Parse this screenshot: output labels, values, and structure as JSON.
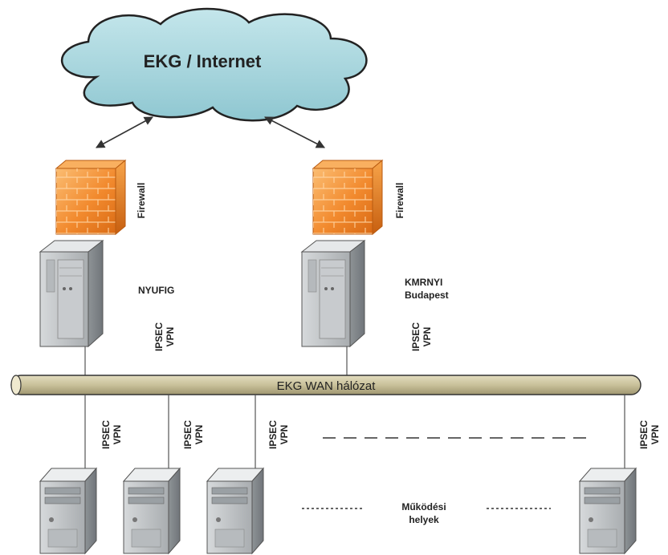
{
  "cloud": {
    "label": "EKG / Internet"
  },
  "firewalls": [
    {
      "label": "Firewall"
    },
    {
      "label": "Firewall"
    }
  ],
  "servers": {
    "left": {
      "name_lines": [
        "NYUFIG"
      ],
      "tunnel": [
        "IPSEC",
        "VPN"
      ]
    },
    "right": {
      "name_lines": [
        "KMRNYI",
        "Budapest"
      ],
      "tunnel": [
        "IPSEC",
        "VPN"
      ]
    }
  },
  "wan": {
    "label": "EKG WAN hálózat"
  },
  "sites": {
    "label_lines": [
      "Működési",
      "helyek"
    ],
    "tunnels": [
      [
        "IPSEC",
        "VPN"
      ],
      [
        "IPSEC",
        "VPN"
      ],
      [
        "IPSEC",
        "VPN"
      ],
      [
        "IPSEC",
        "VPN"
      ]
    ]
  },
  "colors": {
    "cloud_fill": "#a9d6dd",
    "cloud_stroke": "#222222",
    "firewall": "#f28a2e",
    "wan_pipe": "#c9c19a",
    "server_body": "#bcc0c3"
  }
}
